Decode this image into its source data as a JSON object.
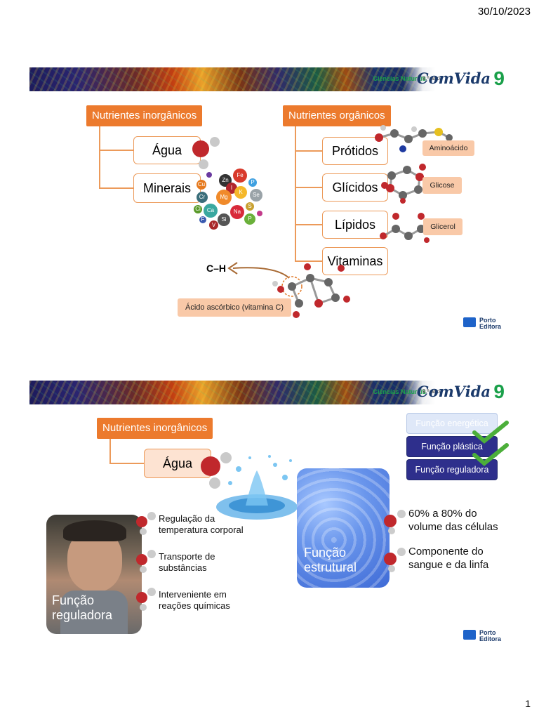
{
  "header": {
    "date": "30/10/2023"
  },
  "footer": {
    "page_number": "1"
  },
  "banner": {
    "subject": "Ciências Naturais",
    "grade": "9.º ano",
    "logo": "ComVida",
    "logo_number": "9"
  },
  "slide1": {
    "inorganic_header": "Nutrientes inorgânicos",
    "organic_header": "Nutrientes orgânicos",
    "inorganic_items": [
      "Água",
      "Minerais"
    ],
    "organic_items": [
      "Prótidos",
      "Glícidos",
      "Lípidos",
      "Vitaminas"
    ],
    "tags": {
      "protidos": "Aminoácido",
      "glicidos": "Glicose",
      "lipidos": "Glicerol",
      "vitaminas": "Ácido ascórbico (vitamina C)"
    },
    "bond_label": "C–H",
    "minerals": [
      "Fe",
      "Zn",
      "I",
      "Cu",
      "P",
      "Cr",
      "Mg",
      "K",
      "Se",
      "Ca",
      "Na",
      "Cl",
      "S",
      "Si",
      "V",
      "P",
      "F"
    ],
    "publisher": {
      "line1": "Porto",
      "line2": "Editora"
    }
  },
  "slide2": {
    "inorganic_header": "Nutrientes inorgânicos",
    "water_label": "Água",
    "functions": [
      {
        "label": "Função energética",
        "active": false,
        "checked": false
      },
      {
        "label": "Função plástica",
        "active": true,
        "checked": true
      },
      {
        "label": "Função reguladora",
        "active": true,
        "checked": true
      }
    ],
    "photo_regulatory_caption": [
      "Função",
      "reguladora"
    ],
    "photo_structural_caption": [
      "Função",
      "estrutural"
    ],
    "regulatory_points": [
      [
        "Regulação da",
        "temperatura corporal"
      ],
      [
        "Transporte de",
        "substâncias"
      ],
      [
        "Interveniente em",
        "reações químicas"
      ]
    ],
    "structural_points": [
      [
        "60% a 80% do",
        "volume das células"
      ],
      [
        "Componente do",
        "sangue e da linfa"
      ]
    ],
    "publisher": {
      "line1": "Porto",
      "line2": "Editora"
    }
  }
}
